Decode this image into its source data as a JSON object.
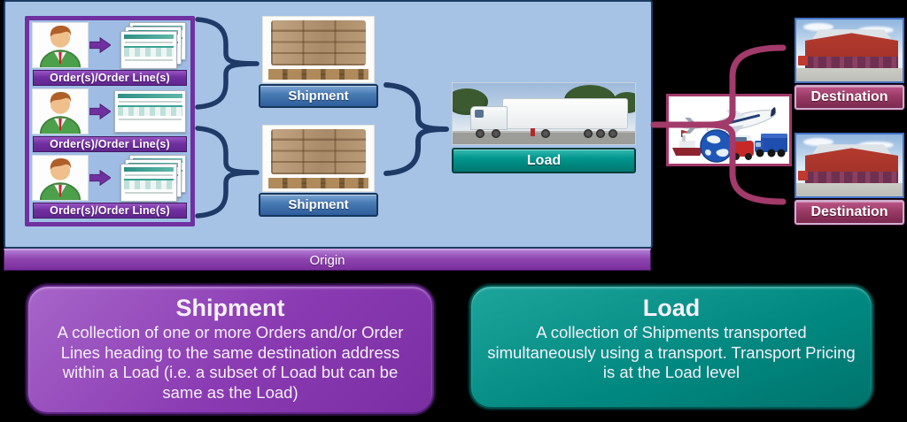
{
  "origin_panel": {
    "origin_label": "Origin",
    "order_rows": [
      {
        "label": "Order(s)/Order Line(s)"
      },
      {
        "label": "Order(s)/Order Line(s)"
      },
      {
        "label": "Order(s)/Order Line(s)"
      }
    ],
    "shipments": [
      {
        "label": "Shipment"
      },
      {
        "label": "Shipment"
      }
    ],
    "load_label": "Load"
  },
  "destinations": [
    {
      "label": "Destination"
    },
    {
      "label": "Destination"
    }
  ],
  "definitions": {
    "shipment": {
      "title": "Shipment",
      "body": "A collection of one or more Orders and/or Order Lines heading to the same destination address within a Load (i.e. a subset of Load but can be same as the Load)"
    },
    "load": {
      "title": "Load",
      "body": "A collection of Shipments transported simultaneously using a transport. Transport Pricing is at the Load level"
    }
  },
  "colors": {
    "panel_blue": "#a6c3e6",
    "purple_accent": "#7030a0",
    "shipment_blue": "#3a69a5",
    "load_teal": "#00968e",
    "destination_maroon": "#993a64",
    "brace_navy": "#1e3a66",
    "bracket_maroon": "#a23a6a",
    "background": "#000000"
  }
}
